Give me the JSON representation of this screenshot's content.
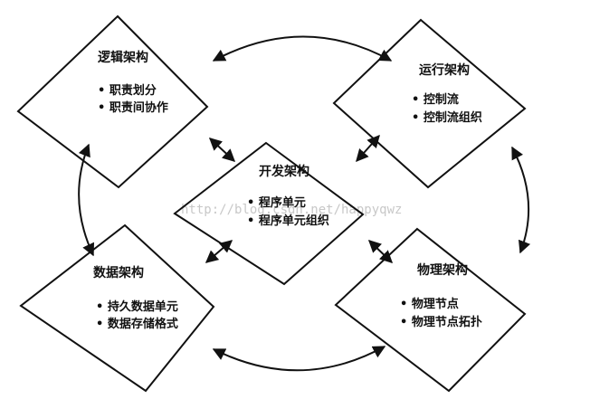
{
  "nodes": {
    "logical": {
      "title": "逻辑架构",
      "items": [
        "• 职责划分",
        "• 职责间协作"
      ]
    },
    "runtime": {
      "title": "运行架构",
      "items": [
        "• 控制流",
        "• 控制流组织"
      ]
    },
    "development": {
      "title": "开发架构",
      "items": [
        "• 程序单元",
        "• 程序单元组织"
      ]
    },
    "data": {
      "title": "数据架构",
      "items": [
        "• 持久数据单元",
        "• 数据存储格式"
      ]
    },
    "physical": {
      "title": "物理架构",
      "items": [
        "• 物理节点",
        "• 物理节点拓扑"
      ]
    }
  },
  "watermark": "http://blog.csdn.net/happyqwz",
  "colors": {
    "stroke": "#111111",
    "background": "#ffffff"
  }
}
